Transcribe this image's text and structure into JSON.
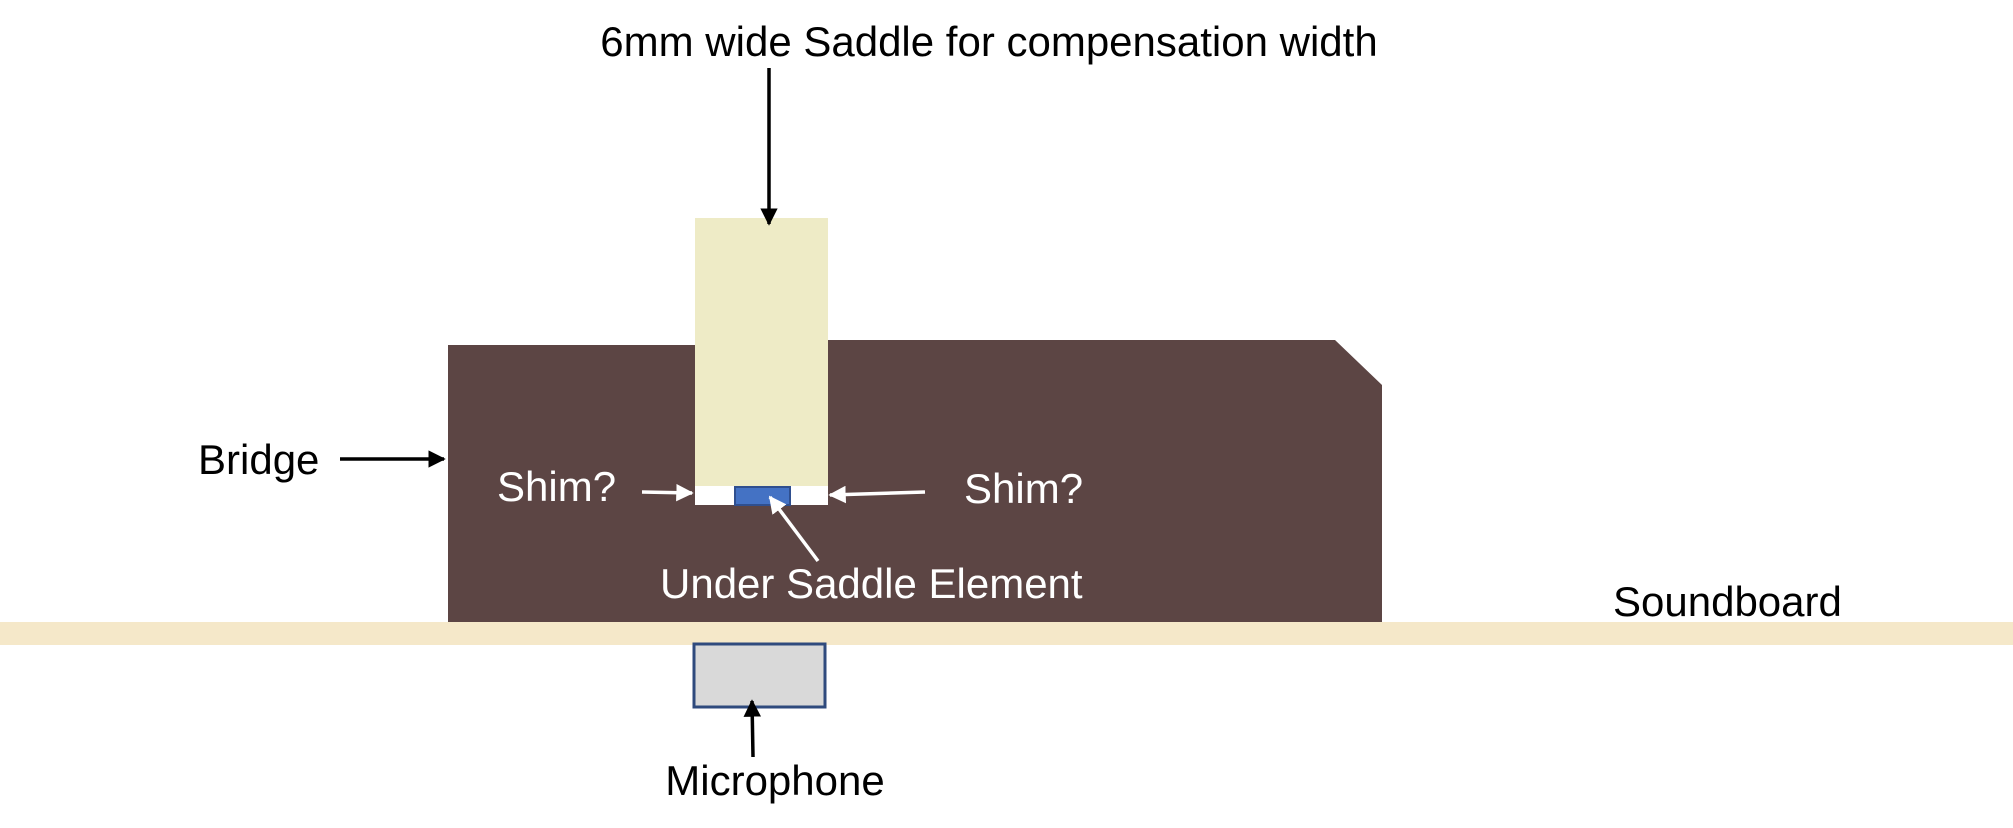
{
  "labels": {
    "saddle": "6mm wide Saddle for compensation width",
    "bridge": "Bridge",
    "shim_left": "Shim?",
    "shim_right": "Shim?",
    "under_saddle_element": "Under Saddle Element",
    "soundboard": "Soundboard",
    "microphone": "Microphone"
  },
  "colors": {
    "bridge": "#5c4544",
    "saddle": "#eeebc6",
    "soundboard": "#f5e8c9",
    "shim": "#ffffff",
    "element_fill": "#4472c4",
    "element_border": "#2f4f8f",
    "microphone_fill": "#d9d9d9",
    "microphone_border": "#2f4a7d"
  }
}
